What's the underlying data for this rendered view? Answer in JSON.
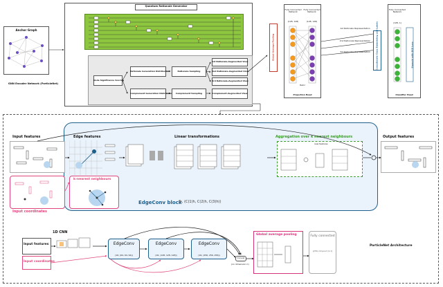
{
  "top": {
    "anchor_graph_label": "Anchor Graph",
    "gnn_encoder_label": "GNN Encoder Network (ParticleNet)",
    "quantum_label": "Quantum Rationale Generator",
    "node_sig": "Node Significance Scoring",
    "rat_gen_dist": "Rationale Generation Distribution",
    "rat_sampling": "Rationale Sampling",
    "aug_view_1": "1st Rationale-Augmented View",
    "aug_view_2": "2nd Rationale-Augmented View",
    "aug_view_3": "3rd Rationale-Augmented View",
    "comp_gen_dist": "Complement Generation Distribution",
    "comp_sampling": "Complement Sampling",
    "comp_aug_view": "Complement-Augmented View",
    "global_avg_pool": "Global Average Pooling",
    "fc_1": "Fully Connected Network",
    "fc_1_dim": "(128, 128)",
    "fc_2": "Fully Connected Network",
    "fc_2_dim": "(128, 128)",
    "relu": "ReLU",
    "projection_head": "Projection Head",
    "rep_1": "1st Rationale Representation",
    "rep_2": "2nd Rationale Representation",
    "rep_3": "3rd Rationale Representation",
    "cos_sim": "Concatenate Class Embedding and Labels",
    "fc_3": "Fully Connected Network",
    "fc_3_dim": "(128, 1)",
    "sigmoid": "Sigmoid with BCE Loss",
    "classifier_head": "Classifier Head"
  },
  "bottom": {
    "input_features": "Input features",
    "input_coordinates": "Input coordinates",
    "edge_features": "Edge features",
    "knn": "k-nearest neighbours",
    "linear_transformations": "Linear transformations",
    "aggregation": "Aggregation over k nearest neighbours",
    "new_features": "new features",
    "output_features": "Output features",
    "edgeconv_block": "EdgeConv block",
    "edgeconv_params": "(k, (C(1)h, C(2)h, C(3)h))",
    "cnn_1d": "1D CNN",
    "input_features_2": "Input features",
    "input_coordinates_2": "Input coordinates",
    "edgeconv_1": "EdgeConv",
    "edgeconv_1_params": "(16, (64, 64, 64))",
    "edgeconv_2": "EdgeConv",
    "edgeconv_2_params": "(16, (128, 128, 128))",
    "edgeconv_3": "EdgeConv",
    "edgeconv_3_params": "(16, (256, 256, 256))",
    "concat": "Concat",
    "concat_dim": "(on dimension C)",
    "global_avg_pool": "Global average pooling",
    "fully_connected": "Fully connected",
    "dropout": "(256) dropout (0.1)",
    "particlenet_arch": "ParticleNet Architecture"
  },
  "colors": {
    "quantum_green": "#8dc63f",
    "panel_grey": "#e9e9e9",
    "edgeconv_blue_bg": "#eaf3fb",
    "edgeconv_border": "#1f5f8b",
    "knn_pink": "#e0457b",
    "aggregation_green": "#3a9a2a",
    "global_pool_pink": "#d6337a",
    "fc_orange": "#f39a1f",
    "fc_purple": "#7b3fb0",
    "fc_green": "#3cb539"
  }
}
